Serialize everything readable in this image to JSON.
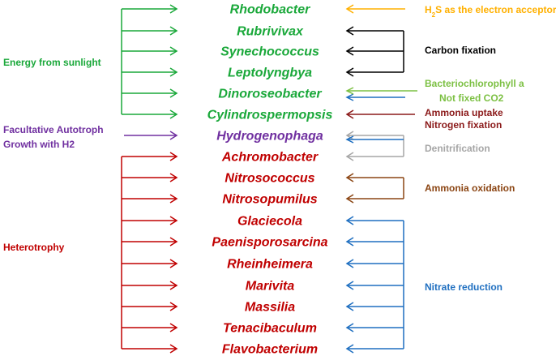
{
  "colors": {
    "green": "#1aa83a",
    "purple": "#7030a0",
    "red": "#c00000",
    "orange": "#ffb000",
    "black": "#000000",
    "lightgreen": "#7cc043",
    "blue": "#1f6fc0",
    "darkred": "#8b1a1a",
    "gray": "#a6a6a6",
    "brown": "#8b4513"
  },
  "genera": [
    {
      "name": "Rhodobacter",
      "color": "green"
    },
    {
      "name": "Rubrivivax",
      "color": "green"
    },
    {
      "name": "Synechococcus",
      "color": "green"
    },
    {
      "name": "Leptolyngbya",
      "color": "green"
    },
    {
      "name": "Dinoroseobacter",
      "color": "green"
    },
    {
      "name": "Cylindrospermopsis",
      "color": "green"
    },
    {
      "name": "Hydrogenophaga",
      "color": "purple"
    },
    {
      "name": "Achromobacter",
      "color": "red"
    },
    {
      "name": "Nitrosococcus",
      "color": "red"
    },
    {
      "name": "Nitrosopumilus",
      "color": "red"
    },
    {
      "name": "Glaciecola",
      "color": "red"
    },
    {
      "name": "Paenisporosarcina",
      "color": "red"
    },
    {
      "name": "Rheinheimera",
      "color": "red"
    },
    {
      "name": "Marivita",
      "color": "red"
    },
    {
      "name": "Massilia",
      "color": "red"
    },
    {
      "name": "Tenacibaculum",
      "color": "red"
    },
    {
      "name": "Flavobacterium",
      "color": "red"
    }
  ],
  "left_groups": [
    {
      "label_lines": [
        "Energy from sunlight"
      ],
      "color": "green",
      "targets": [
        0,
        1,
        2,
        3,
        4,
        5
      ]
    },
    {
      "label_lines": [
        "Facultative Autotroph",
        "Growth with H2"
      ],
      "color": "purple",
      "targets": [
        6
      ]
    },
    {
      "label_lines": [
        "Heterotrophy"
      ],
      "color": "red",
      "targets": [
        7,
        8,
        9,
        10,
        11,
        12,
        13,
        14,
        15,
        16
      ]
    }
  ],
  "right_groups": [
    {
      "label_main": "H",
      "label_sub": "2",
      "label_rest": "S as the electron acceptor",
      "color": "orange",
      "targets": [
        0
      ]
    },
    {
      "label": "Carbon fixation",
      "color": "black",
      "targets": [
        1,
        2,
        3
      ]
    },
    {
      "label": "Bacteriochlorophyll a",
      "color": "lightgreen",
      "targets": [
        4
      ]
    },
    {
      "label": "Not  fixed CO2",
      "color": "lightgreen",
      "targets": [
        4
      ]
    },
    {
      "label": "Ammonia uptake",
      "color": "darkred",
      "targets": [
        5
      ]
    },
    {
      "label": "Nitrogen fixation",
      "color": "darkred",
      "targets": []
    },
    {
      "label": "Denitrification",
      "color": "gray",
      "targets": [
        6,
        7
      ]
    },
    {
      "label": "Ammonia oxidation",
      "color": "brown",
      "targets": [
        8,
        9
      ]
    },
    {
      "label": "Nitrate reduction",
      "color": "blue",
      "targets": [
        4,
        6,
        10,
        11,
        12,
        13,
        14,
        15,
        16
      ]
    }
  ]
}
